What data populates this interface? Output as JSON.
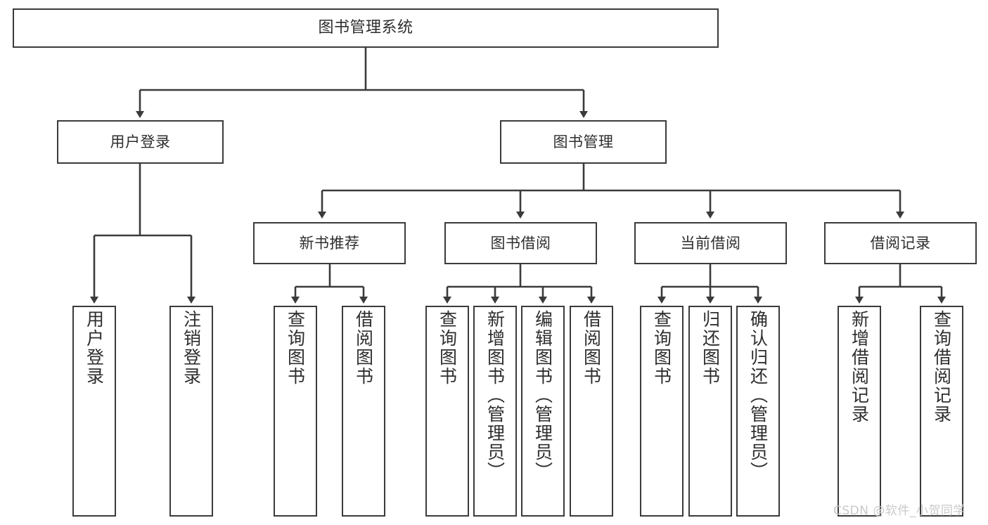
{
  "diagram": {
    "type": "tree-hierarchy",
    "root": {
      "id": "root",
      "label": "图书管理系统"
    },
    "level2": [
      {
        "id": "user-login",
        "label": "用户登录"
      },
      {
        "id": "book-manage",
        "label": "图书管理"
      }
    ],
    "level3": [
      {
        "id": "new-book-recommend",
        "label": "新书推荐",
        "parent": "book-manage"
      },
      {
        "id": "book-borrow",
        "label": "图书借阅",
        "parent": "book-manage"
      },
      {
        "id": "current-borrow",
        "label": "当前借阅",
        "parent": "book-manage"
      },
      {
        "id": "borrow-record",
        "label": "借阅记录",
        "parent": "book-manage"
      }
    ],
    "leaves": [
      {
        "id": "leaf-user-login",
        "label": "用户登录",
        "parent": "user-login"
      },
      {
        "id": "leaf-logout-login",
        "label": "注销登录",
        "parent": "user-login"
      },
      {
        "id": "leaf-query-book-1",
        "label": "查询图书",
        "parent": "new-book-recommend"
      },
      {
        "id": "leaf-borrow-book-1",
        "label": "借阅图书",
        "parent": "new-book-recommend"
      },
      {
        "id": "leaf-query-book-2",
        "label": "查询图书",
        "parent": "book-borrow"
      },
      {
        "id": "leaf-add-book",
        "label": "新增图书（管理员）",
        "parent": "book-borrow"
      },
      {
        "id": "leaf-edit-book",
        "label": "编辑图书（管理员）",
        "parent": "book-borrow"
      },
      {
        "id": "leaf-borrow-book-2",
        "label": "借阅图书",
        "parent": "book-borrow"
      },
      {
        "id": "leaf-query-book-3",
        "label": "查询图书",
        "parent": "current-borrow"
      },
      {
        "id": "leaf-return-book",
        "label": "归还图书",
        "parent": "current-borrow"
      },
      {
        "id": "leaf-confirm-return",
        "label": "确认归还（管理员）",
        "parent": "current-borrow"
      },
      {
        "id": "leaf-add-record",
        "label": "新增借阅记录",
        "parent": "borrow-record"
      },
      {
        "id": "leaf-query-record",
        "label": "查询借阅记录",
        "parent": "borrow-record"
      }
    ],
    "colors": {
      "stroke": "#3b3b3b",
      "text": "#2e2e2e",
      "background": "#ffffff",
      "watermark": "#c9c9c9"
    }
  },
  "watermark": {
    "text": "CSDN @软件_小贺同学"
  }
}
